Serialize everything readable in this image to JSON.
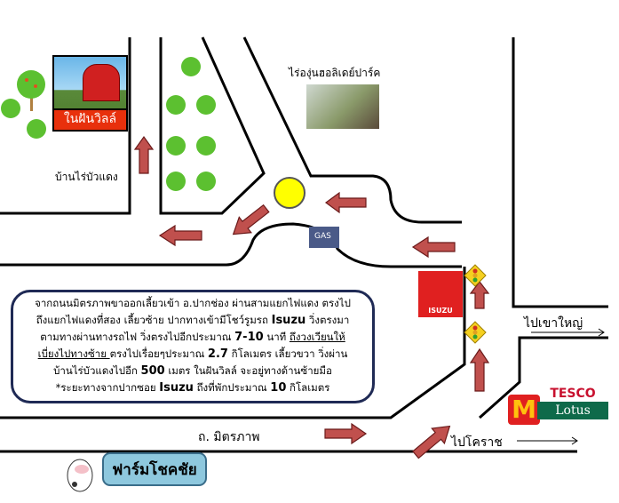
{
  "labels": {
    "resort": "ในฝันวิลล์",
    "village": "บ้านไร่บัวแดง",
    "vineyard": "ไร่องุ่นฮอลิเดย์ปาร์ค",
    "gas": "GAS",
    "isuzu": "ISUZU",
    "to_khaoyai": "ไปเขาใหญ่",
    "to_korat": "ไปโคราช",
    "road": "ถ. มิตรภาพ",
    "farm": "ฟาร์มโชคชัย",
    "tesco": "TESCO",
    "lotus": "Lotus",
    "mcdonalds": "M"
  },
  "directions": {
    "line1": "จากถนนมิตรภาพขาออกเลี้ยวเข้า อ.ปากช่อง ผ่านสามแยกไฟแดง  ตรงไป",
    "line2a": "ถึงแยกไฟแดงที่สอง เลี้ยวซ้าย ปากทางเข้ามีโชว์รูมรถ ",
    "line2b": "Isuzu",
    "line2c": " วิ่งตรงมา",
    "line3a": "ตามทางผ่านทางรถไฟ วิ่งตรงไปอีกประมาณ  ",
    "line3b": "7-10",
    "line3c": " นาที ",
    "line3d": "ถึงวงเวียนให้",
    "line4a": "เบี่ยงไปทางซ้าย ",
    "line4b": "ตรงไปเรื่อยๆประมาณ ",
    "line4c": "2.7",
    "line4d": " กิโลเมตร เลี้ยวขวา วิ่งผ่าน",
    "line5a": "บ้านไร่บัวแดงไปอีก ",
    "line5b": "500",
    "line5c": " เมตร ในฝันวิลล์ จะอยู่ทางด้านซ้ายมือ",
    "line6a": "*ระยะทางจากปากซอย ",
    "line6b": "Isuzu",
    "line6c": " ถึงที่พักประมาณ ",
    "line6d": "10",
    "line6e": " กิโลเมตร"
  },
  "colors": {
    "arrow": "#c0504d",
    "roundabout": "#ffff00",
    "isuzu": "#e02020",
    "farm_box": "#8ec8de"
  }
}
